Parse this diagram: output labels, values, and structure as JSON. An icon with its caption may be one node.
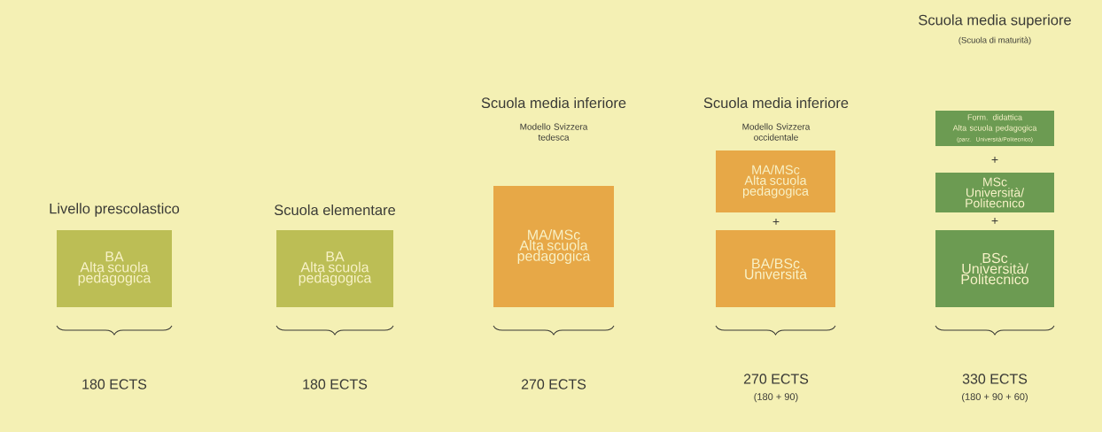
{
  "diagram": {
    "nodes": [
      {
        "text": [
          "BA",
          "Alta scuola pedagogica"
        ],
        "beside": [
          "Livello prescolastico"
        ]
      },
      {
        "text": [
          "BA",
          "Alta scuola pedagogica"
        ],
        "beside": [
          "Scuola elementare"
        ]
      },
      {
        "text": [
          "MA/MSc",
          "Alta scuola pedagogica"
        ],
        "beside": [
          "Scuola media inferiore",
          "Modello Svizzera tedesca"
        ]
      },
      {
        "text": [
          "MA/MSc",
          "Alta scuola pedagogica"
        ]
      },
      {
        "text": [
          "BA/BSc",
          "Università"
        ]
      },
      {
        "text": [
          "Form. didattica",
          "Alta scuola pedagogica",
          "(parz. Università/Politecnico)"
        ]
      },
      {
        "text": [
          "MSc",
          "Università/ Politecnico"
        ]
      },
      {
        "text": [
          "BSc",
          "Università/ Politecnico"
        ]
      }
    ],
    "labels": [
      "Scuola media superiore",
      "(Scuola di maturità)",
      "Scuola media inferiore",
      "Modello Svizzera occidentale",
      "+",
      "+",
      "+",
      "180 ECTS",
      "180 ECTS",
      "270 ECTS",
      "270 ECTS",
      "(180 + 90)",
      "330 ECTS",
      "(180 + 90 + 60)"
    ]
  }
}
